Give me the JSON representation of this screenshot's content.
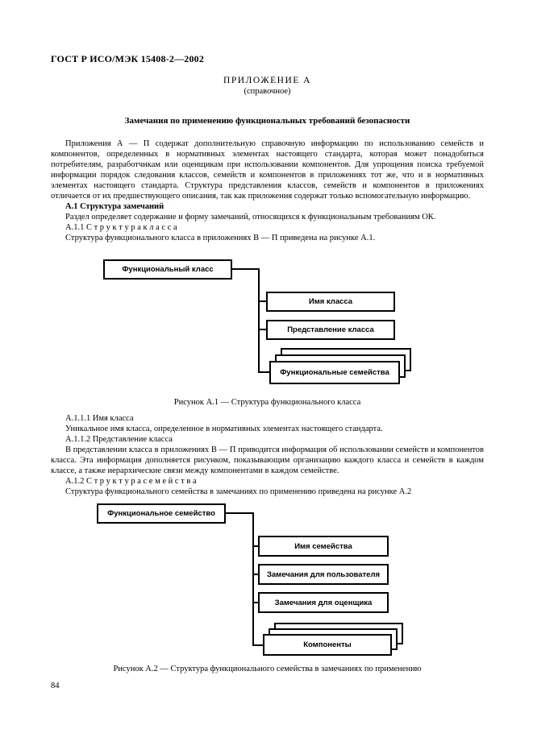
{
  "page": {
    "header": "ГОСТ Р ИСО/МЭК 15408-2—2002",
    "page_number": "84"
  },
  "appendix": {
    "label": "ПРИЛОЖЕНИЕ А",
    "subtitle": "(справочное)",
    "title": "Замечания по применению функциональных требований безопасности"
  },
  "paragraphs": {
    "intro": "Приложения А — П содержат дополнительную справочную информацию по использованию семейств и компонентов, определенных в нормативных элементах настоящего стандарта, которая может понадобиться потребителям, разработчикам или оценщикам при использовании компонентов. Для упрощения поиска требуемой информации порядок следования классов, семейств и компонентов в приложениях тот же, что и в нормативных элементах настоящего стандарта. Структура представления классов, семейств и компонентов в приложениях отличается от их предшествующего описания, так как приложения содержат только вспомогательную информацию.",
    "a1_heading": "А.1 Структура замечаний",
    "a1_text": "Раздел определяет содержание и форму замечаний, относящихся к функциональным требованиям ОК.",
    "a11_heading": "А.1.1 С т р у к т у р а   к л а с с а",
    "a11_text": "Структура функционального класса в приложениях В — П приведена на рисунке А.1.",
    "a111_heading": "А.1.1.1 Имя класса",
    "a111_text": "Уникальное имя класса, определенное в нормативных элементах настоящего стандарта.",
    "a112_heading": "А.1.1.2 Представление класса",
    "a112_text": "В представлении класса в приложениях В — П приводится информация об использовании семейств и компонентов класса. Эта информация дополняется рисунком, показывающим организацию каждого класса и семейств в каждом классе, а также иерархические связи между компонентами в каждом семействе.",
    "a12_heading": "А.1.2 С т р у к т у р а   с е м е й с т в а",
    "a12_text": "Структура функционального семейства в замечаниях по применению приведена на рисунке А.2"
  },
  "figure_a1": {
    "caption": "Рисунок А.1 — Структура функционального класса",
    "root": "Функциональный класс",
    "children": [
      "Имя класса",
      "Представление класса"
    ],
    "stack": "Функциональные семейства"
  },
  "figure_a2": {
    "caption": "Рисунок А.2 — Структура функционального семейства в замечаниях по применению",
    "root": "Функциональное семейство",
    "children": [
      "Имя семейства",
      "Замечания для пользователя",
      "Замечания для оценщика"
    ],
    "stack": "Компоненты"
  }
}
